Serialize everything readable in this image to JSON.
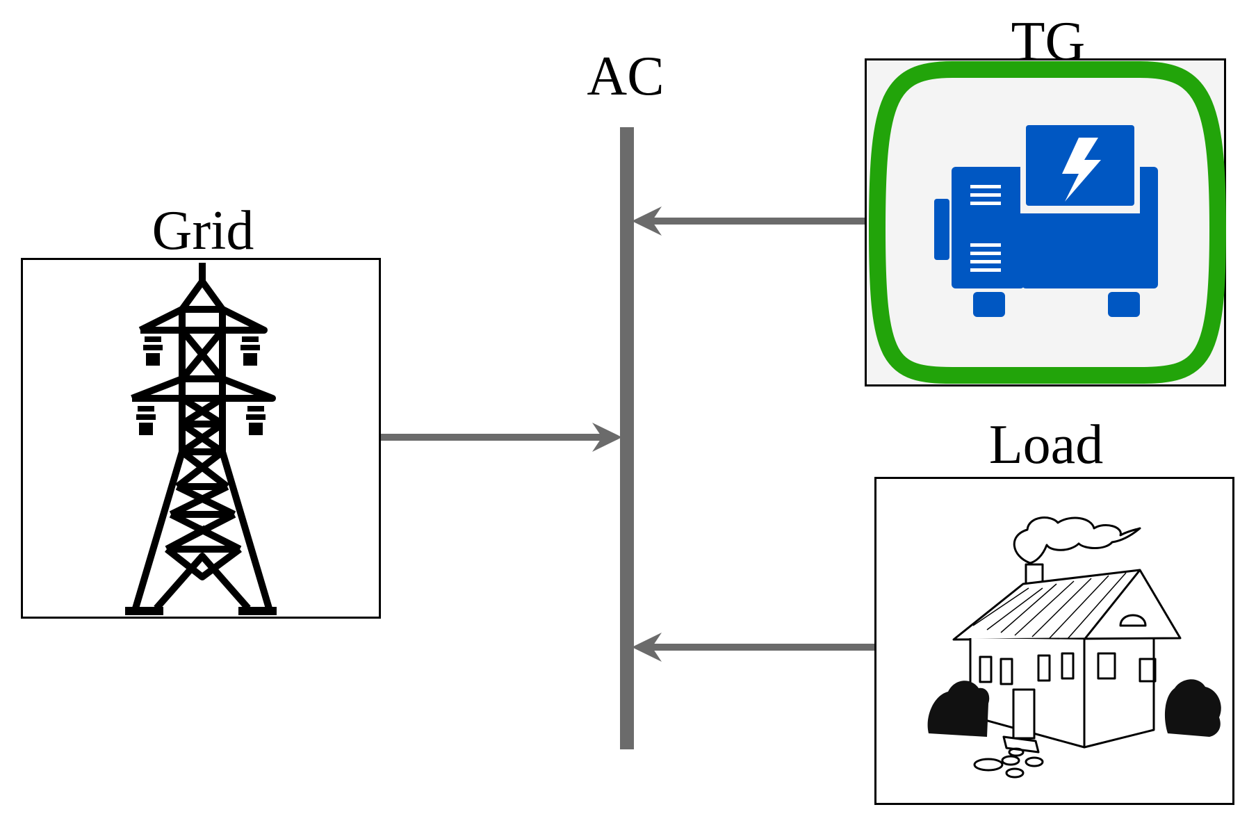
{
  "labels": {
    "bus": "AC",
    "grid": "Grid",
    "tg": "TG",
    "load": "Load"
  },
  "colors": {
    "bus": "#6b6b6b",
    "arrow": "#6b6b6b",
    "generator_body": "#0057c2",
    "generator_frame": "#22a40a",
    "tg_background": "#f4f4f4"
  },
  "icons": {
    "grid": "transmission-tower-icon",
    "tg": "generator-icon",
    "load": "house-icon"
  }
}
